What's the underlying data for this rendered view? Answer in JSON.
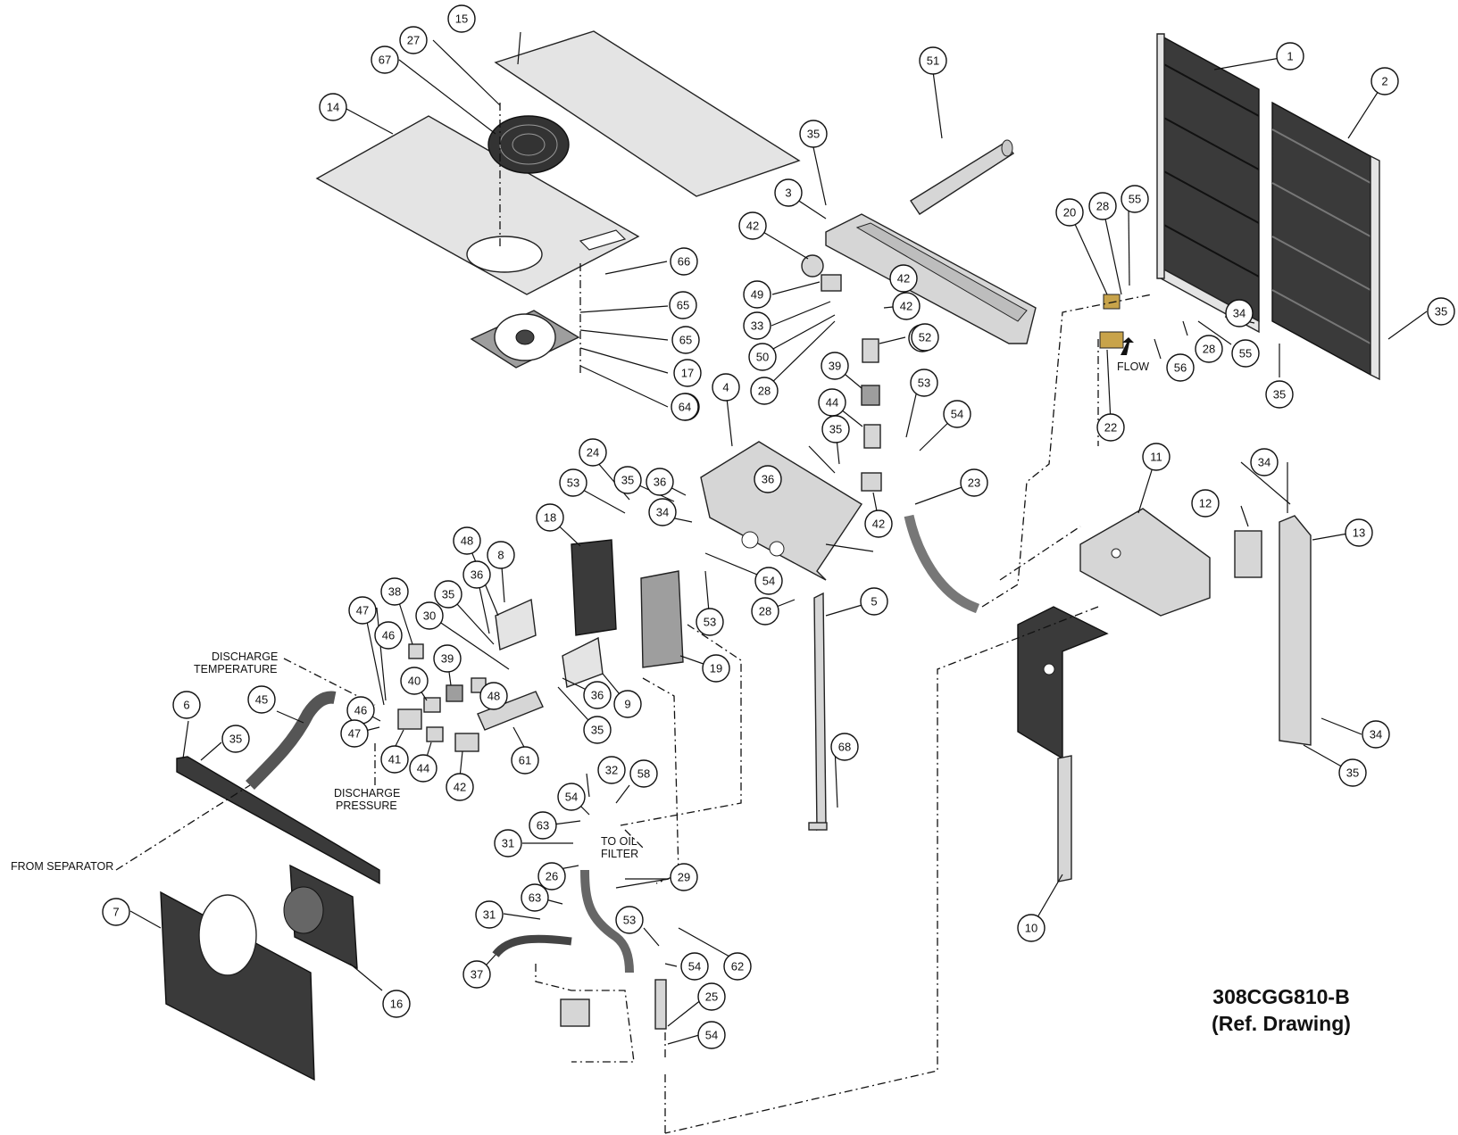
{
  "drawing": {
    "number": "308CGG810-B",
    "subtitle": "(Ref. Drawing)"
  },
  "annotations": {
    "discharge_temperature_1": "DISCHARGE",
    "discharge_temperature_2": "TEMPERATURE",
    "discharge_pressure_1": "DISCHARGE",
    "discharge_pressure_2": "PRESSURE",
    "from_separator": "FROM SEPARATOR",
    "to_oil_filter_1": "TO OIL",
    "to_oil_filter_2": "FILTER",
    "flow": "FLOW"
  },
  "callouts": [
    "1",
    "2",
    "3",
    "4",
    "5",
    "6",
    "7",
    "8",
    "9",
    "10",
    "11",
    "12",
    "13",
    "14",
    "15",
    "16",
    "17",
    "18",
    "19",
    "20",
    "22",
    "23",
    "24",
    "25",
    "26",
    "27",
    "28",
    "29",
    "30",
    "31",
    "32",
    "33",
    "34",
    "35",
    "36",
    "37",
    "38",
    "39",
    "40",
    "41",
    "42",
    "44",
    "45",
    "46",
    "47",
    "48",
    "49",
    "50",
    "51",
    "52",
    "53",
    "54",
    "55",
    "56",
    "58",
    "61",
    "62",
    "63",
    "64",
    "65",
    "66",
    "67",
    "68"
  ]
}
